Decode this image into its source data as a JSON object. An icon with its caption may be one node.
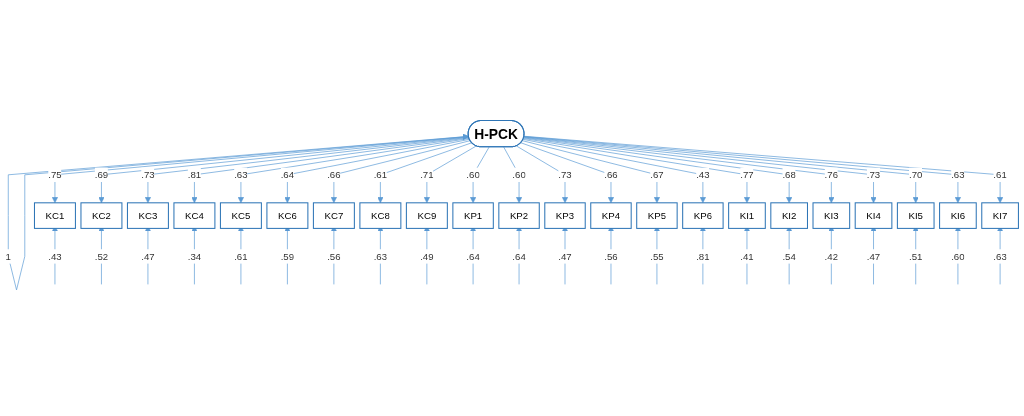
{
  "diagram": {
    "nodes": [
      {
        "text": [
          "H-PCK"
        ]
      },
      {
        "text": [
          "KC1"
        ]
      },
      {
        "text": [
          "KC2"
        ]
      },
      {
        "text": [
          "KC3"
        ]
      },
      {
        "text": [
          "KC4"
        ]
      },
      {
        "text": [
          "KC5"
        ]
      },
      {
        "text": [
          "KC6"
        ]
      },
      {
        "text": [
          "KC7"
        ]
      },
      {
        "text": [
          "KC8"
        ]
      },
      {
        "text": [
          "KC9"
        ]
      },
      {
        "text": [
          "KP1"
        ]
      },
      {
        "text": [
          "KP2"
        ]
      },
      {
        "text": [
          "KP3"
        ]
      },
      {
        "text": [
          "KP4"
        ]
      },
      {
        "text": [
          "KP5"
        ]
      },
      {
        "text": [
          "KP6"
        ]
      },
      {
        "text": [
          "KI1"
        ]
      },
      {
        "text": [
          "KI2"
        ]
      },
      {
        "text": [
          "KI3"
        ]
      },
      {
        "text": [
          "KI4"
        ]
      },
      {
        "text": [
          "KI5"
        ]
      },
      {
        "text": [
          "KI6"
        ]
      },
      {
        "text": [
          "KI7"
        ]
      }
    ],
    "edges": [
      {
        "from": 0,
        "to": 0,
        "arrow": "both",
        "label": "1"
      },
      {
        "from": 0,
        "to": 1,
        "arrow": "to",
        "label": ".75"
      },
      {
        "from": 0,
        "to": 2,
        "arrow": "to",
        "label": ".69"
      },
      {
        "from": 0,
        "to": 3,
        "arrow": "to",
        "label": ".73"
      },
      {
        "from": 0,
        "to": 4,
        "arrow": "to",
        "label": ".81"
      },
      {
        "from": 0,
        "to": 5,
        "arrow": "to",
        "label": ".63"
      },
      {
        "from": 0,
        "to": 6,
        "arrow": "to",
        "label": ".64"
      },
      {
        "from": 0,
        "to": 7,
        "arrow": "to",
        "label": ".66"
      },
      {
        "from": 0,
        "to": 8,
        "arrow": "to",
        "label": ".61"
      },
      {
        "from": 0,
        "to": 9,
        "arrow": "to",
        "label": ".71"
      },
      {
        "from": 0,
        "to": 10,
        "arrow": "to",
        "label": ".60"
      },
      {
        "from": 0,
        "to": 11,
        "arrow": "to",
        "label": ".60"
      },
      {
        "from": 0,
        "to": 12,
        "arrow": "to",
        "label": ".73"
      },
      {
        "from": 0,
        "to": 13,
        "arrow": "to",
        "label": ".66"
      },
      {
        "from": 0,
        "to": 14,
        "arrow": "to",
        "label": ".67"
      },
      {
        "from": 0,
        "to": 15,
        "arrow": "to",
        "label": ".43"
      },
      {
        "from": 0,
        "to": 16,
        "arrow": "to",
        "label": ".77"
      },
      {
        "from": 0,
        "to": 17,
        "arrow": "to",
        "label": ".68"
      },
      {
        "from": 0,
        "to": 18,
        "arrow": "to",
        "label": ".76"
      },
      {
        "from": 0,
        "to": 19,
        "arrow": "to",
        "label": ".73"
      },
      {
        "from": 0,
        "to": 20,
        "arrow": "to",
        "label": ".70"
      },
      {
        "from": 0,
        "to": 21,
        "arrow": "to",
        "label": ".63"
      },
      {
        "from": 0,
        "to": 22,
        "arrow": "to",
        "label": ".61"
      },
      {
        "from": null,
        "to": 1,
        "arrow": "to",
        "label": ".43"
      },
      {
        "from": null,
        "to": 2,
        "arrow": "to",
        "label": ".52"
      },
      {
        "from": null,
        "to": 3,
        "arrow": "to",
        "label": ".47"
      },
      {
        "from": null,
        "to": 4,
        "arrow": "to",
        "label": ".34"
      },
      {
        "from": null,
        "to": 5,
        "arrow": "to",
        "label": ".61"
      },
      {
        "from": null,
        "to": 6,
        "arrow": "to",
        "label": ".59"
      },
      {
        "from": null,
        "to": 7,
        "arrow": "to",
        "label": ".56"
      },
      {
        "from": null,
        "to": 8,
        "arrow": "to",
        "label": ".63"
      },
      {
        "from": null,
        "to": 9,
        "arrow": "to",
        "label": ".49"
      },
      {
        "from": null,
        "to": 10,
        "arrow": "to",
        "label": ".64"
      },
      {
        "from": null,
        "to": 11,
        "arrow": "to",
        "label": ".64"
      },
      {
        "from": null,
        "to": 12,
        "arrow": "to",
        "label": ".47"
      },
      {
        "from": null,
        "to": 13,
        "arrow": "to",
        "label": ".56"
      },
      {
        "from": null,
        "to": 14,
        "arrow": "to",
        "label": ".55"
      },
      {
        "from": null,
        "to": 15,
        "arrow": "to",
        "label": ".81"
      },
      {
        "from": null,
        "to": 16,
        "arrow": "to",
        "label": ".41"
      },
      {
        "from": null,
        "to": 17,
        "arrow": "to",
        "label": ".54"
      },
      {
        "from": null,
        "to": 18,
        "arrow": "to",
        "label": ".42"
      },
      {
        "from": null,
        "to": 19,
        "arrow": "to",
        "label": ".47"
      },
      {
        "from": null,
        "to": 20,
        "arrow": "to",
        "label": ".51"
      },
      {
        "from": null,
        "to": 21,
        "arrow": "to",
        "label": ".60"
      },
      {
        "from": null,
        "to": 22,
        "arrow": "to",
        "label": ".63"
      }
    ]
  }
}
